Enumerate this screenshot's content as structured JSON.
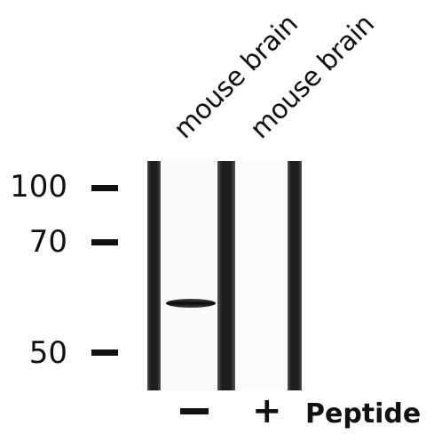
{
  "lanes": [
    {
      "label": "mouse brain",
      "treatment": "−"
    },
    {
      "label": "mouse brain",
      "treatment": "+"
    }
  ],
  "markers": [
    {
      "label": "100"
    },
    {
      "label": "70"
    },
    {
      "label": "50"
    }
  ],
  "peptide_label": "Peptide",
  "colors": {
    "ink": "#111111",
    "strip": "#2b2b2b",
    "band": "#101010",
    "background": "#ffffff"
  }
}
